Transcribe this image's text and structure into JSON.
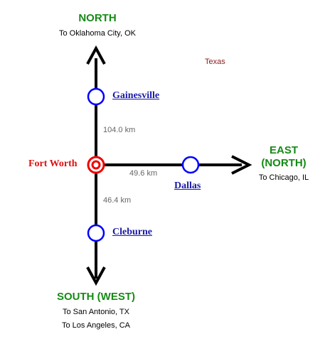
{
  "region": "Texas",
  "hub": {
    "name": "Fort Worth"
  },
  "directions": {
    "north": {
      "label": "NORTH",
      "destinations": [
        "To Oklahoma City, OK"
      ]
    },
    "east": {
      "label_line1": "EAST",
      "label_line2": "(NORTH)",
      "destinations": [
        "To Chicago, IL"
      ]
    },
    "south": {
      "label": "SOUTH (WEST)",
      "destinations": [
        "To San Antonio, TX",
        "To Los Angeles, CA"
      ]
    }
  },
  "stations": {
    "gainesville": {
      "name": "Gainesville",
      "distance": "104.0 km"
    },
    "dallas": {
      "name": "Dallas",
      "distance": "49.6 km"
    },
    "cleburne": {
      "name": "Cleburne",
      "distance": "46.4 km"
    }
  },
  "colors": {
    "line": "#000000",
    "station_ring": "#0000ff",
    "hub_ring": "#ee0000",
    "direction_text": "#168a16",
    "station_text": "#1a1aaa",
    "hub_text": "#dd1111",
    "region_text": "#8b1a1a"
  }
}
